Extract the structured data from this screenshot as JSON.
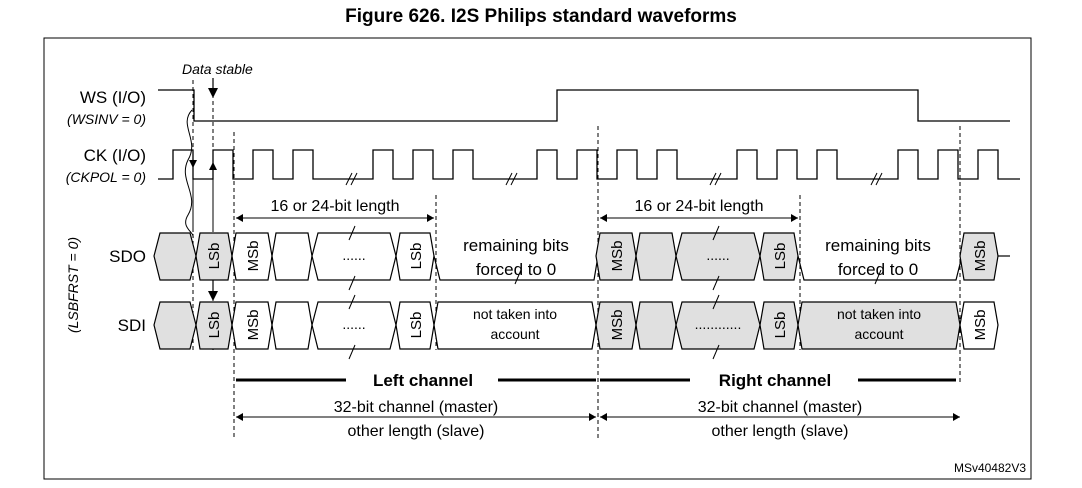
{
  "figure": {
    "title": "Figure 626. I2S Philips standard waveforms",
    "reference": "MSv40482V3"
  },
  "signals": {
    "ws": {
      "name": "WS (I/O)",
      "condition": "(WSINV = 0)"
    },
    "ck": {
      "name": "CK (I/O)",
      "condition": "(CKPOL = 0)"
    },
    "sdo": {
      "name": "SDO"
    },
    "sdi": {
      "name": "SDI"
    },
    "order_label": "(LSBFRST = 0)"
  },
  "annotations": {
    "data_stable": "Data stable",
    "length_left": "16 or 24-bit length",
    "length_right": "16 or 24-bit length",
    "left_channel": "Left channel",
    "right_channel": "Right channel",
    "channel_master_left": "32-bit channel (master)",
    "channel_slave_left": "other length (slave)",
    "channel_master_right": "32-bit channel (master)",
    "channel_slave_right": "other length (slave)"
  },
  "bits": {
    "lsb": "LSb",
    "msb": "MSb",
    "dots": "......",
    "dots_long": "............",
    "sdo_remaining_line1": "remaining bits",
    "sdo_remaining_line2": "forced to 0",
    "sdi_ignored_line1": "not taken into",
    "sdi_ignored_line2": "account"
  },
  "colors": {
    "shaded": "#e0e0e0",
    "line": "#000000",
    "border": "#000000"
  }
}
